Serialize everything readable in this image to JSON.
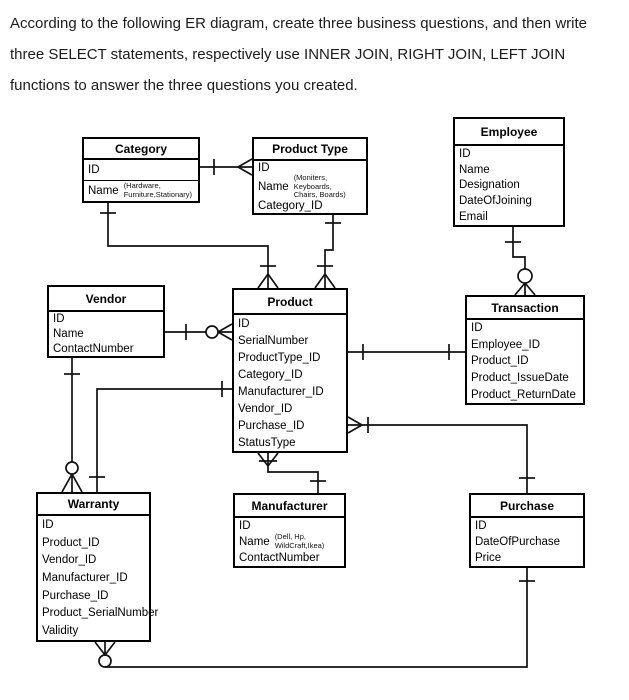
{
  "header": {
    "instruction": "According to the following ER diagram, create three business questions, and then write three SELECT statements, respectively use INNER JOIN, RIGHT JOIN, LEFT JOIN functions to answer the three questions you created."
  },
  "colors": {
    "line": "#111111",
    "box_border": "#000000",
    "text": "#000000",
    "background": "#ffffff"
  },
  "diagram": {
    "entities": [
      {
        "key": "category",
        "title": "Category",
        "fields": [
          {
            "name": "ID",
            "divider": true
          },
          {
            "name": "Name",
            "note": "(Hardware,\nFurniture,Stationary)"
          }
        ]
      },
      {
        "key": "product-type",
        "title": "Product Type",
        "fields": [
          {
            "name": "ID"
          },
          {
            "name": "Name",
            "note": "(Moniters, Keyboards,\nChairs, Boards)"
          },
          {
            "name": "Category_ID"
          }
        ]
      },
      {
        "key": "employee",
        "title": "Employee",
        "fields": [
          {
            "name": "ID"
          },
          {
            "name": "Name"
          },
          {
            "name": "Designation"
          },
          {
            "name": "DateOfJoining"
          },
          {
            "name": "Email"
          }
        ]
      },
      {
        "key": "vendor",
        "title": "Vendor",
        "fields": [
          {
            "name": "ID"
          },
          {
            "name": "Name"
          },
          {
            "name": "ContactNumber"
          }
        ]
      },
      {
        "key": "product",
        "title": "Product",
        "fields": [
          {
            "name": "ID"
          },
          {
            "name": "SerialNumber"
          },
          {
            "name": "ProductType_ID"
          },
          {
            "name": "Category_ID"
          },
          {
            "name": "Manufacturer_ID"
          },
          {
            "name": "Vendor_ID"
          },
          {
            "name": "Purchase_ID"
          },
          {
            "name": "StatusType"
          }
        ]
      },
      {
        "key": "transaction",
        "title": "Transaction",
        "fields": [
          {
            "name": "ID"
          },
          {
            "name": "Employee_ID"
          },
          {
            "name": "Product_ID"
          },
          {
            "name": "Product_IssueDate"
          },
          {
            "name": "Product_ReturnDate"
          }
        ]
      },
      {
        "key": "warranty",
        "title": "Warranty",
        "fields": [
          {
            "name": "ID"
          },
          {
            "name": "Product_ID"
          },
          {
            "name": "Vendor_ID"
          },
          {
            "name": "Manufacturer_ID"
          },
          {
            "name": "Purchase_ID"
          },
          {
            "name": "Product_SerialNumber"
          },
          {
            "name": "Validity"
          }
        ]
      },
      {
        "key": "manufacturer",
        "title": "Manufacturer",
        "fields": [
          {
            "name": "ID"
          },
          {
            "name": "Name",
            "note": "(Dell, Hp, WildCraft,Ikea)"
          },
          {
            "name": "ContactNumber"
          }
        ]
      },
      {
        "key": "purchase",
        "title": "Purchase",
        "fields": [
          {
            "name": "ID"
          },
          {
            "name": "DateOfPurchase"
          },
          {
            "name": "Price"
          }
        ]
      }
    ],
    "relationships": [
      {
        "from": "Category",
        "to": "Product Type",
        "from_card": "one",
        "to_card": "many"
      },
      {
        "from": "Category",
        "to": "Product",
        "from_card": "one",
        "to_card": "one-or-many"
      },
      {
        "from": "Product Type",
        "to": "Product",
        "from_card": "one",
        "to_card": "one-or-many"
      },
      {
        "from": "Vendor",
        "to": "Product",
        "from_card": "one",
        "to_card": "zero-or-many"
      },
      {
        "from": "Product",
        "to": "Transaction",
        "from_card": "one",
        "to_card": "one"
      },
      {
        "from": "Employee",
        "to": "Transaction",
        "from_card": "one",
        "to_card": "zero-or-many"
      },
      {
        "from": "Product",
        "to": "Warranty",
        "from_card": "one",
        "to_card": "one"
      },
      {
        "from": "Vendor",
        "to": "Warranty",
        "from_card": "one",
        "to_card": "zero-or-many"
      },
      {
        "from": "Purchase",
        "to": "Product",
        "from_card": "one",
        "to_card": "one-or-many"
      },
      {
        "from": "Manufacturer",
        "to": "Product",
        "from_card": "one",
        "to_card": "one-or-many"
      },
      {
        "from": "Purchase",
        "to": "Warranty",
        "from_card": "one",
        "to_card": "zero-or-many"
      }
    ]
  }
}
